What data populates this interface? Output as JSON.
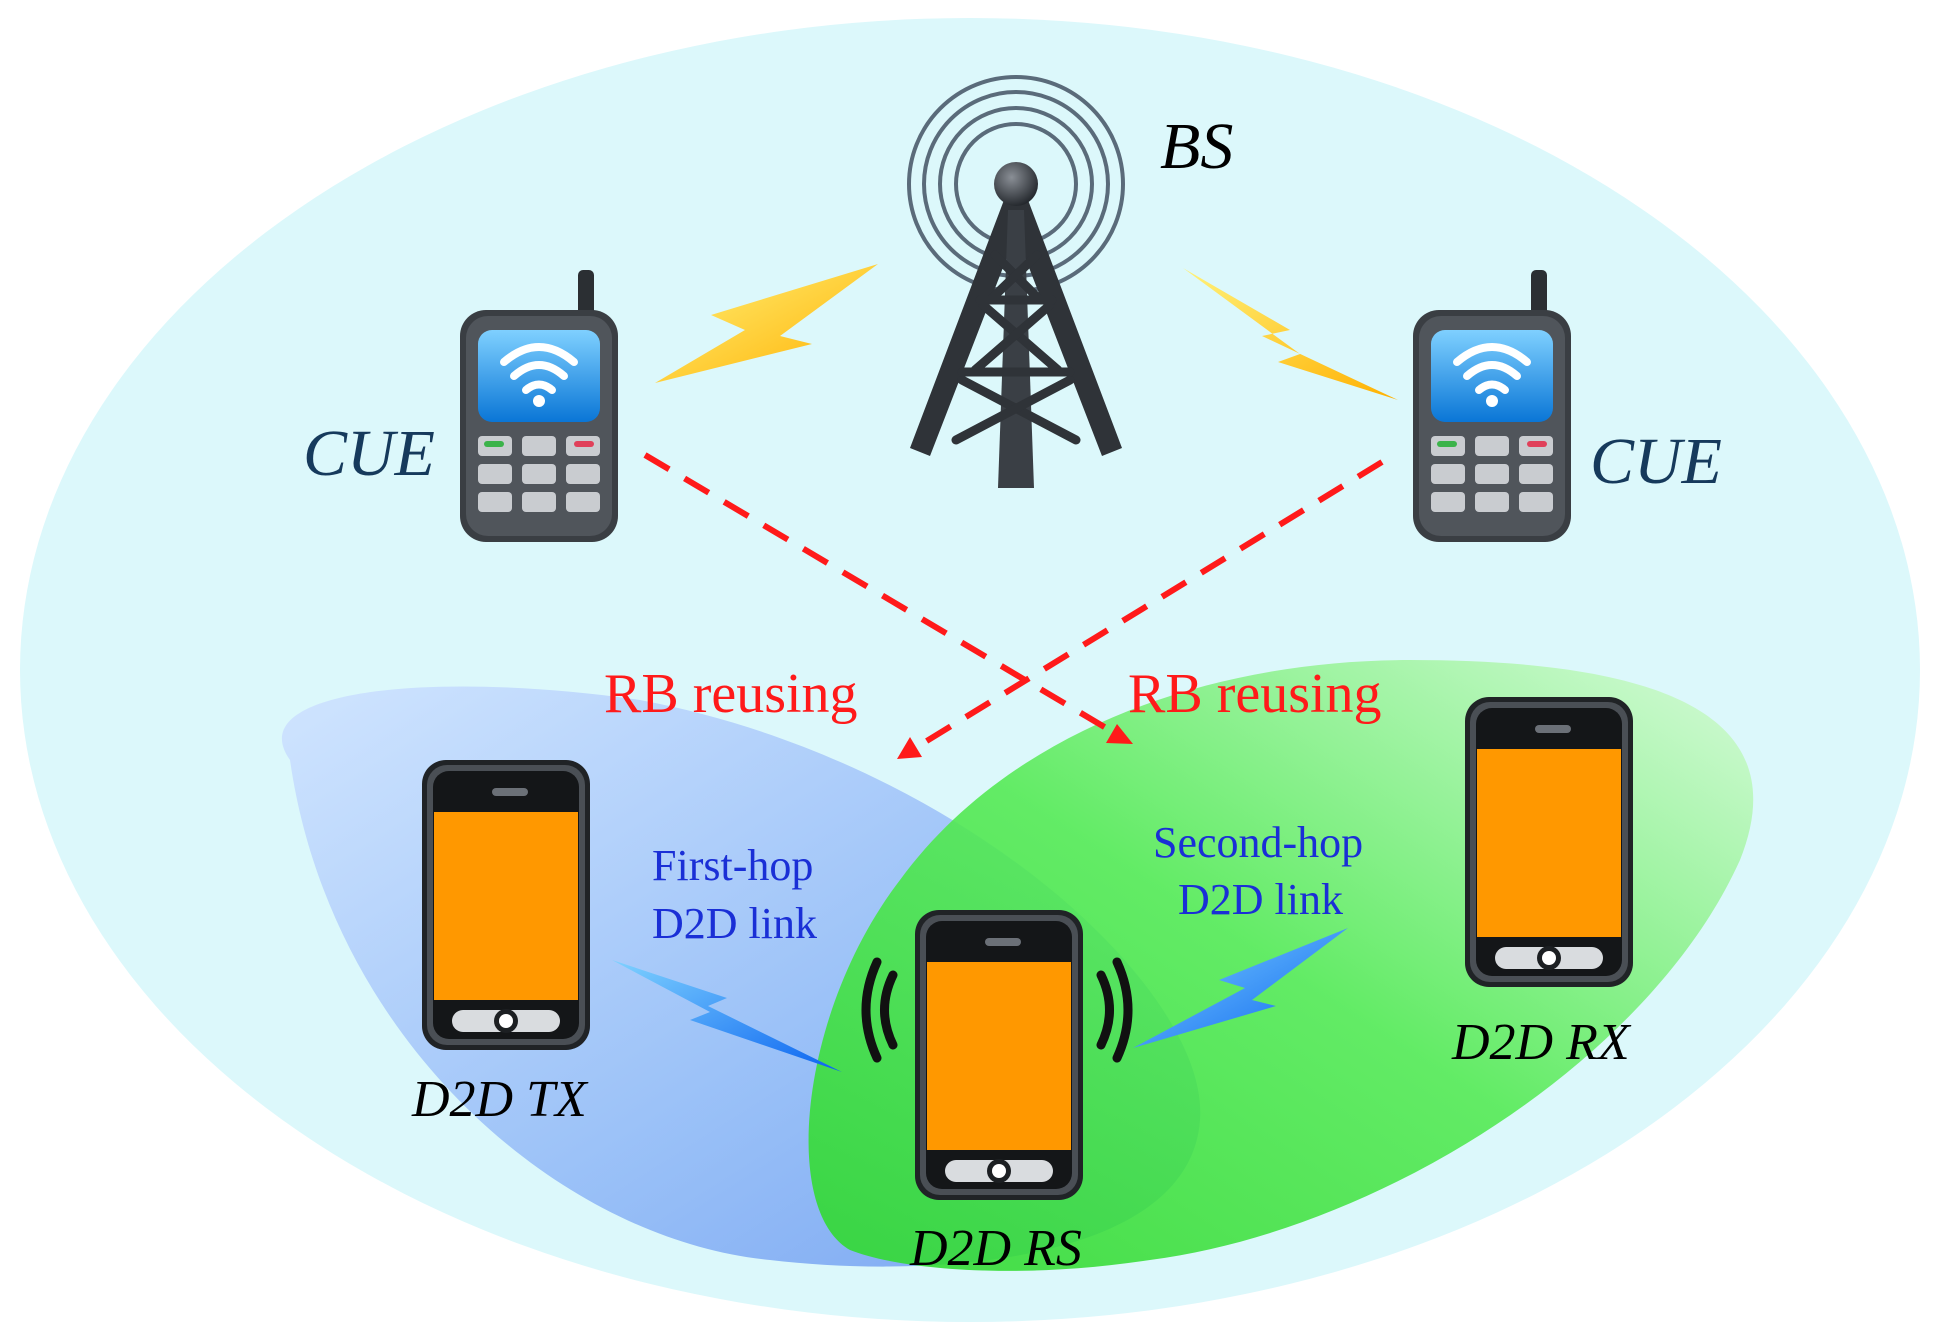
{
  "labels": {
    "bs": "BS",
    "cue_left": "CUE",
    "cue_right": "CUE",
    "rb_left": "RB reusing",
    "rb_right": "RB reusing",
    "first_hop_line1": "First-hop",
    "first_hop_line2": "D2D link",
    "second_hop_line1": "Second-hop",
    "second_hop_line2": "D2D link",
    "d2d_tx": "D2D TX",
    "d2d_rs": "D2D RS",
    "d2d_rx": "D2D RX"
  },
  "colors": {
    "cell_background": "#dbf8fb",
    "tx_region": "#8fb6f7",
    "rx_region": "#4fe84f",
    "interference": "#ff1a1a",
    "rb_text": "#ff1a1a",
    "hop_text": "#1a2fd6",
    "cue_text": "#163a5c",
    "phone_screen": "#ff9800",
    "bolt_cellular": "#ffd21a",
    "bolt_d2d": "#1f8cff"
  }
}
